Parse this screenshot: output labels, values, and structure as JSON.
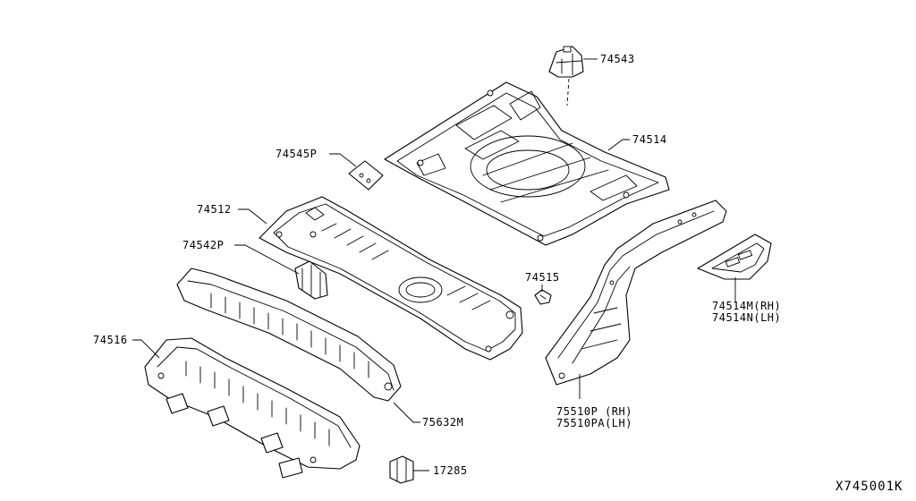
{
  "diagram": {
    "code": "X745001K",
    "labels": {
      "p74543": "74543",
      "p74514": "74514",
      "p74545P": "74545P",
      "p74512": "74512",
      "p74542P": "74542P",
      "p74515": "74515",
      "p74514M": "74514M(RH)",
      "p74514N": "74514N(LH)",
      "p74516": "74516",
      "p75632M": "75632M",
      "p75510P": "75510P (RH)",
      "p75510PA": "75510PA(LH)",
      "p17285": "17285"
    }
  }
}
